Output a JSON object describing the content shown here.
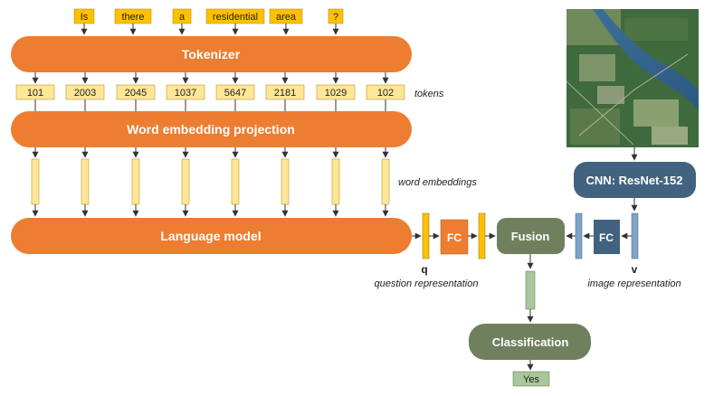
{
  "question_words": [
    "Is",
    "there",
    "a",
    "residential",
    "area",
    "?"
  ],
  "tokens": [
    "101",
    "2003",
    "2045",
    "1037",
    "5647",
    "2181",
    "1029",
    "102"
  ],
  "labels": {
    "tokenizer": "Tokenizer",
    "tokens_caption": "tokens",
    "embedding": "Word embedding projection",
    "word_embeddings_caption": "word embeddings",
    "language_model": "Language model",
    "fc_q": "FC",
    "fusion": "Fusion",
    "fc_v": "FC",
    "cnn": "CNN: ResNet-152",
    "q_symbol": "q",
    "q_caption": "question representation",
    "v_symbol": "v",
    "v_caption": "image representation",
    "classification": "Classification",
    "answer": "Yes"
  },
  "colors": {
    "orange": "#ED7D31",
    "word_box": "#FFC000",
    "token_box": "#FFE699",
    "q_vector": "#FFC000",
    "green": "#70805F",
    "answer_box": "#A9C79A",
    "blue_box": "#41637F",
    "v_vector": "#7FA3C4"
  },
  "icons": {
    "satellite_image": "satellite-image"
  }
}
